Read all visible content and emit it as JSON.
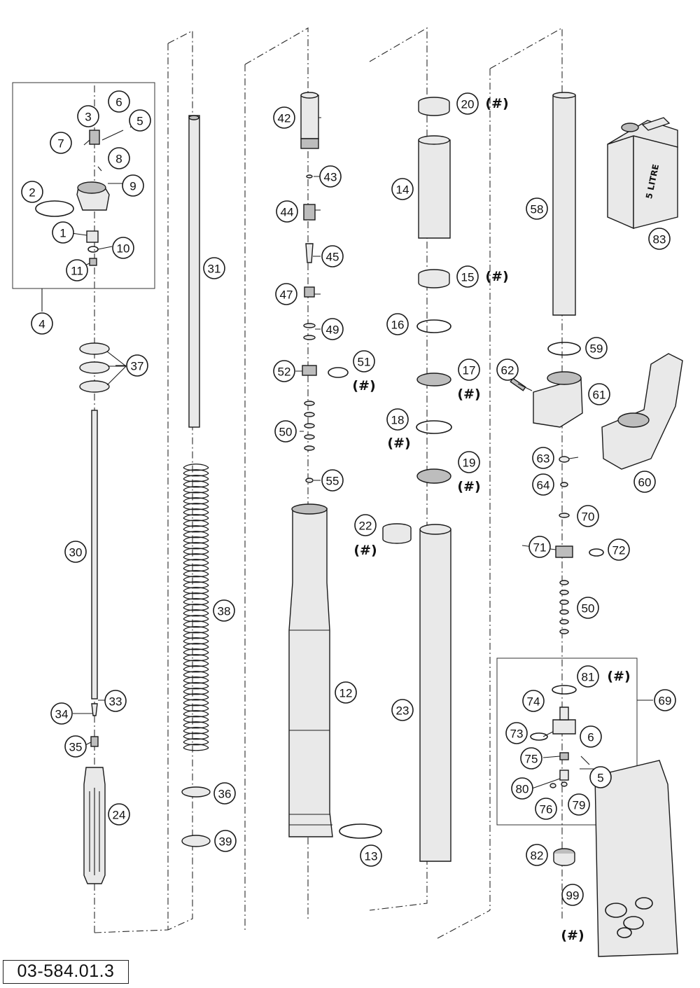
{
  "drawing_number": "03-584.01.3",
  "hash_mark": "(#)",
  "can_label": "5 LITRE",
  "callouts": [
    "1",
    "2",
    "3",
    "4",
    "5",
    "6",
    "7",
    "8",
    "9",
    "10",
    "11",
    "12",
    "13",
    "14",
    "15",
    "16",
    "17",
    "18",
    "19",
    "20",
    "22",
    "23",
    "24",
    "30",
    "31",
    "33",
    "34",
    "35",
    "36",
    "37",
    "38",
    "39",
    "42",
    "43",
    "44",
    "45",
    "47",
    "49",
    "50",
    "51",
    "52",
    "55",
    "58",
    "59",
    "60",
    "61",
    "62",
    "63",
    "64",
    "69",
    "70",
    "71",
    "72",
    "73",
    "74",
    "75",
    "76",
    "79",
    "80",
    "81",
    "83",
    "99"
  ]
}
